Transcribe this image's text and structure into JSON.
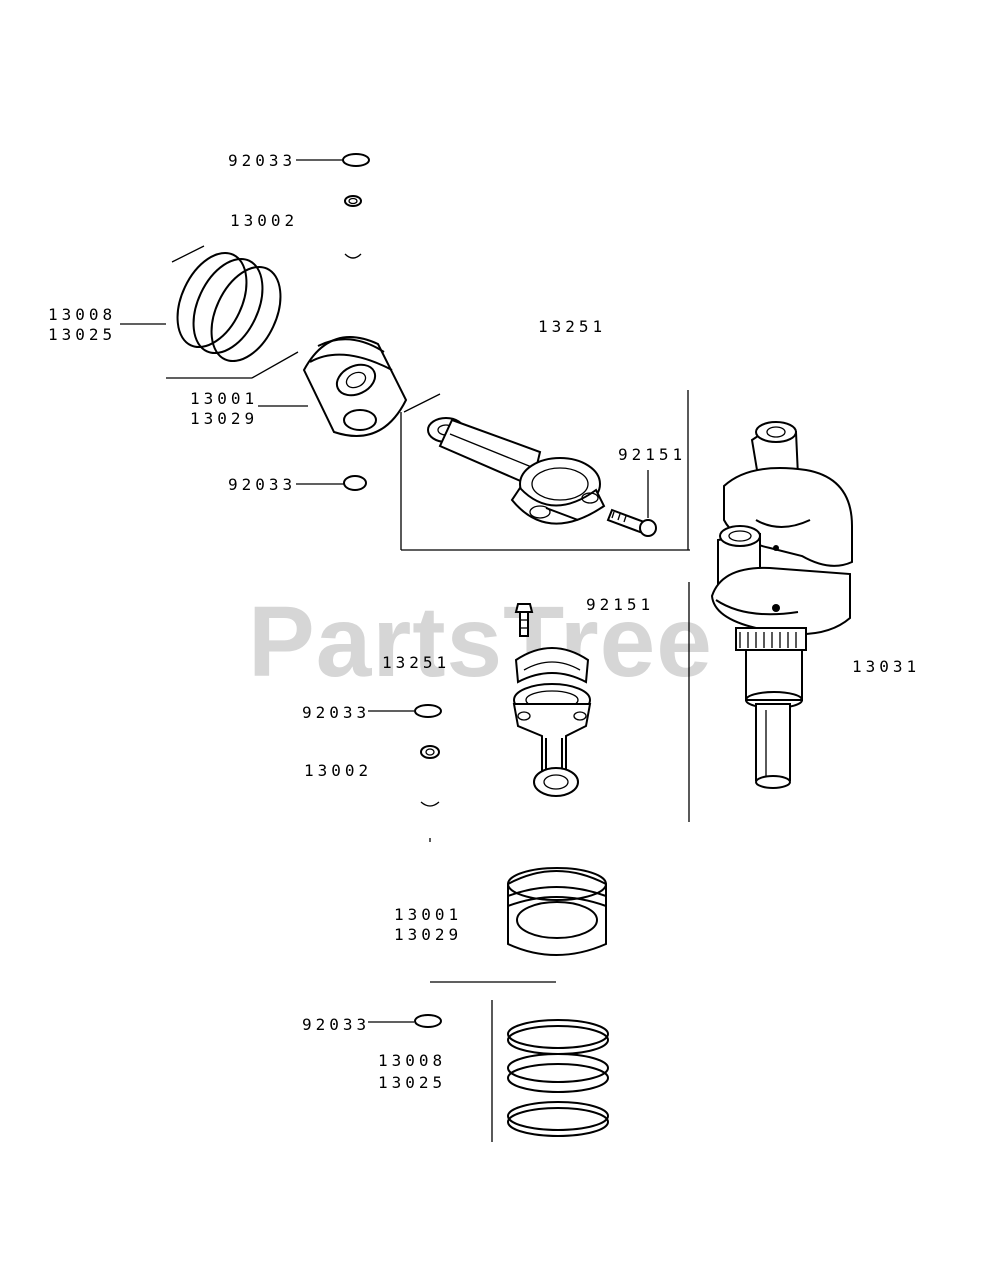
{
  "watermark": "PartsTree",
  "labels": {
    "l01": "92033",
    "l02": "13002",
    "l03": "13008",
    "l04": "13025",
    "l05": "13251",
    "l06": "13001",
    "l07": "13029",
    "l08": "92033",
    "l09": "92151",
    "l10": "92151",
    "l11": "13251",
    "l12": "13031",
    "l13": "92033",
    "l14": "13002",
    "l15": "13001",
    "l16": "13029",
    "l17": "92033",
    "l18": "13008",
    "l19": "13025"
  }
}
